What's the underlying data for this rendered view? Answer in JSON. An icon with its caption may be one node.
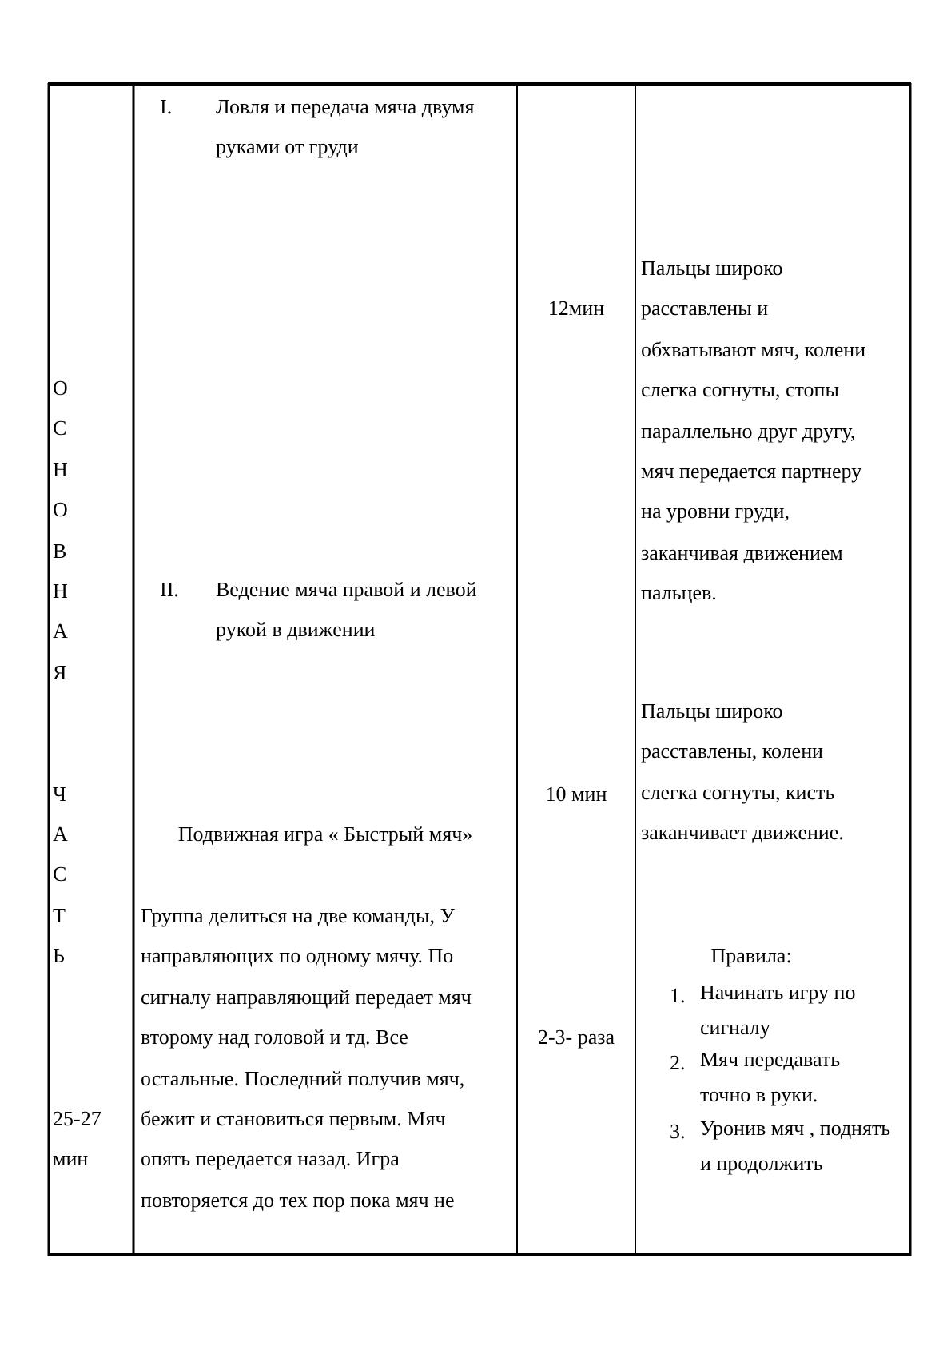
{
  "diagram": {
    "labels": [
      "I.",
      "Ловля и передача мяча двумя руками от груди",
      "12мин",
      "Пальцы широко расставлены и обхватывают мяч, колени слегка согнуты, стопы параллельно друг другу, мяч передается партнеру на уровни груди, заканчивая движением пальцев.",
      "О",
      "С",
      "Н",
      "О",
      "В",
      "Н",
      "А",
      "Я",
      "II.",
      "Ведение мяча правой и левой рукой в движении",
      "Пальцы широко расставлены, колени слегка согнуты, кисть заканчивает движение.",
      "Ч",
      "10 мин",
      "А",
      "Подвижная игра « Быстрый мяч»",
      "С",
      "Т",
      "Группа делиться на две команды, У направляющих по одному мячу. По сигналу направляющий передает мяч второму над головой и тд. Все остальные. Последний получив мяч, бежит и становиться первым. Мяч опять передается назад. Игра повторяется до тех пор пока мяч не",
      "Ь",
      "Правила:",
      "2-3- раза",
      "1.",
      "Начинать игру по сигналу",
      "2.",
      "Мяч передавать точно в руки.",
      "3.",
      "Уронив мяч , поднять и продолжить",
      "25-27 мин"
    ]
  }
}
